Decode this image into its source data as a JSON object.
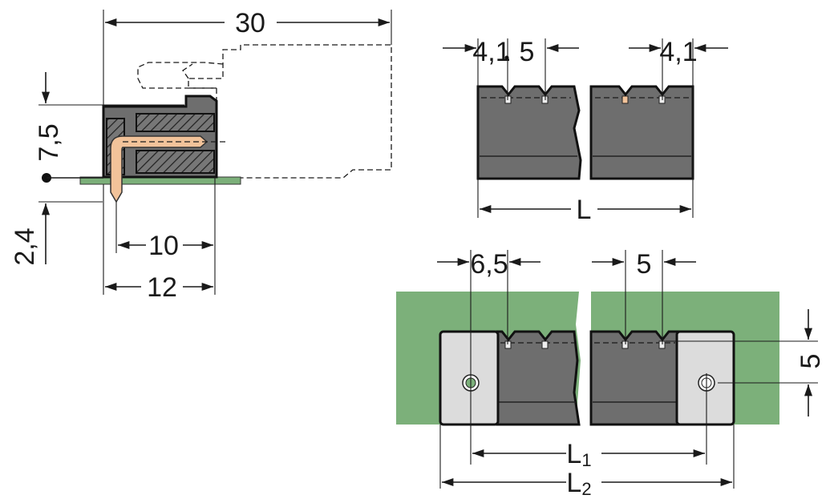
{
  "side_view": {
    "dim_width_total": "30",
    "dim_height": "7,5",
    "dim_pin": "2,4",
    "dim_depth": "10",
    "dim_width": "12"
  },
  "top_view": {
    "dim_edge_left": "4,1",
    "dim_pitch": "5",
    "dim_edge_right": "4,1",
    "dim_length": "L"
  },
  "flange_view": {
    "dim_flange": "6,5",
    "dim_pitch": "5",
    "dim_vertical": "5",
    "dim_l1": "L",
    "dim_l1_sub": "1",
    "dim_l2": "L",
    "dim_l2_sub": "2"
  },
  "colors": {
    "housing": "#6e6e6e",
    "board": "#7cb07a",
    "pin": "#f2c39a",
    "flange": "#dcdcdc"
  }
}
